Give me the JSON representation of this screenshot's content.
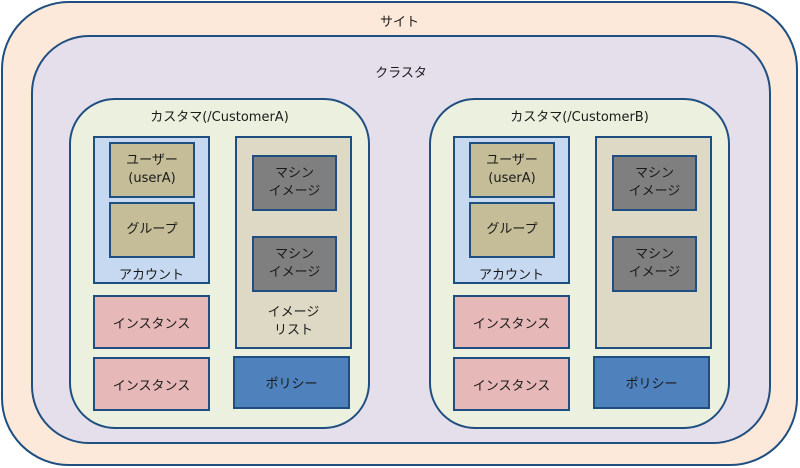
{
  "site": {
    "label": "サイト",
    "color": "#fde9d9"
  },
  "cluster": {
    "label": "クラスタ",
    "color": "#e5dfec"
  },
  "border_color": "#1f4e80",
  "customers": [
    {
      "label": "カスタマ(/CustomerA)",
      "account": {
        "label": "アカウント",
        "user": "ユーザー\n(userA)",
        "group": "グループ"
      },
      "image_list": {
        "label": "イメージ\nリスト",
        "machine_images": [
          "マシン\nイメージ",
          "マシン\nイメージ"
        ]
      },
      "instances": [
        "インスタンス",
        "インスタンス"
      ],
      "policy": "ポリシー"
    },
    {
      "label": "カスタマ(/CustomerB)",
      "account": {
        "label": "アカウント",
        "user": "ユーザー\n(userA)",
        "group": "グループ"
      },
      "image_list": {
        "label": "",
        "machine_images": [
          "マシン\nイメージ",
          "マシン\nイメージ"
        ]
      },
      "instances": [
        "インスタンス",
        "インスタンス"
      ],
      "policy": "ポリシー"
    }
  ],
  "colors": {
    "customer": "#ebf1de",
    "account": "#c6d9f1",
    "user_group": "#c4bd97",
    "image_list": "#ddd9c4",
    "machine_image": "#7f7f7f",
    "instance": "#e6b9b8",
    "policy": "#4f81bd"
  }
}
